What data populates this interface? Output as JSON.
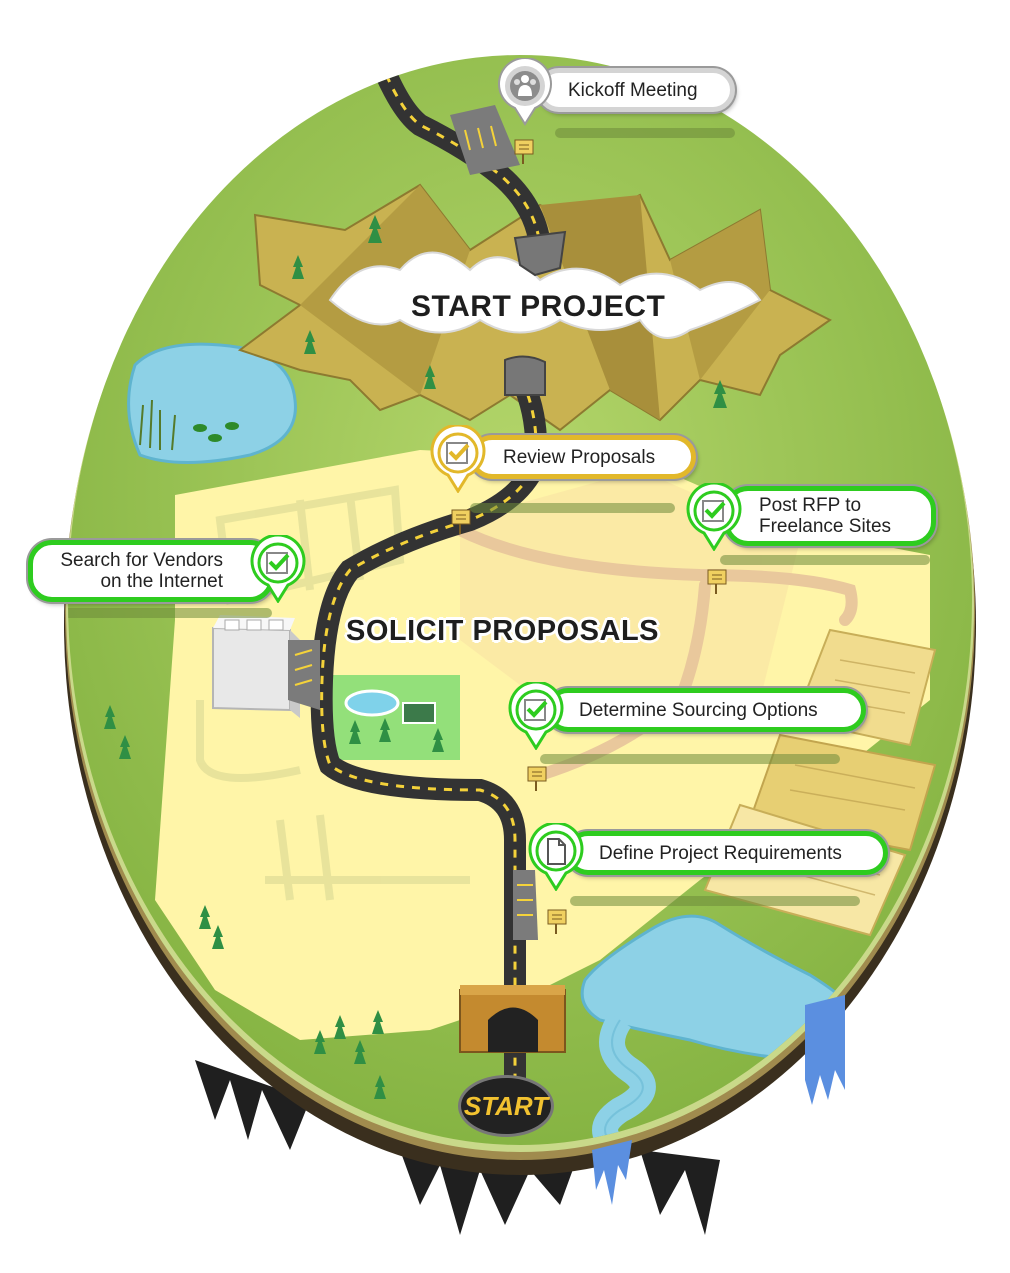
{
  "regions": {
    "start_project": "START PROJECT",
    "solicit_proposals": "SOLICIT  PROPOSALS"
  },
  "start_label": "START",
  "milestones": [
    {
      "id": "kickoff",
      "label": "Kickoff Meeting",
      "status": "upcoming",
      "icon": "people-icon"
    },
    {
      "id": "review",
      "label": "Review Proposals",
      "status": "in-progress",
      "icon": "checkbox-icon"
    },
    {
      "id": "post_rfp",
      "label": "Post RFP to\nFreelance Sites",
      "status": "done",
      "icon": "checkbox-icon"
    },
    {
      "id": "search",
      "label": "Search for Vendors\non the Internet",
      "status": "done",
      "icon": "checkbox-icon"
    },
    {
      "id": "sourcing",
      "label": "Determine Sourcing Options",
      "status": "done",
      "icon": "checkbox-icon"
    },
    {
      "id": "requirements",
      "label": "Define Project Requirements",
      "status": "done",
      "icon": "document-icon"
    }
  ],
  "colors": {
    "done": "#2ecc1f",
    "in_progress": "#e2b82a",
    "upcoming": "#d4d4d4",
    "grass": "#9cc45a",
    "road": "#333333",
    "water": "#8dd1e6"
  }
}
